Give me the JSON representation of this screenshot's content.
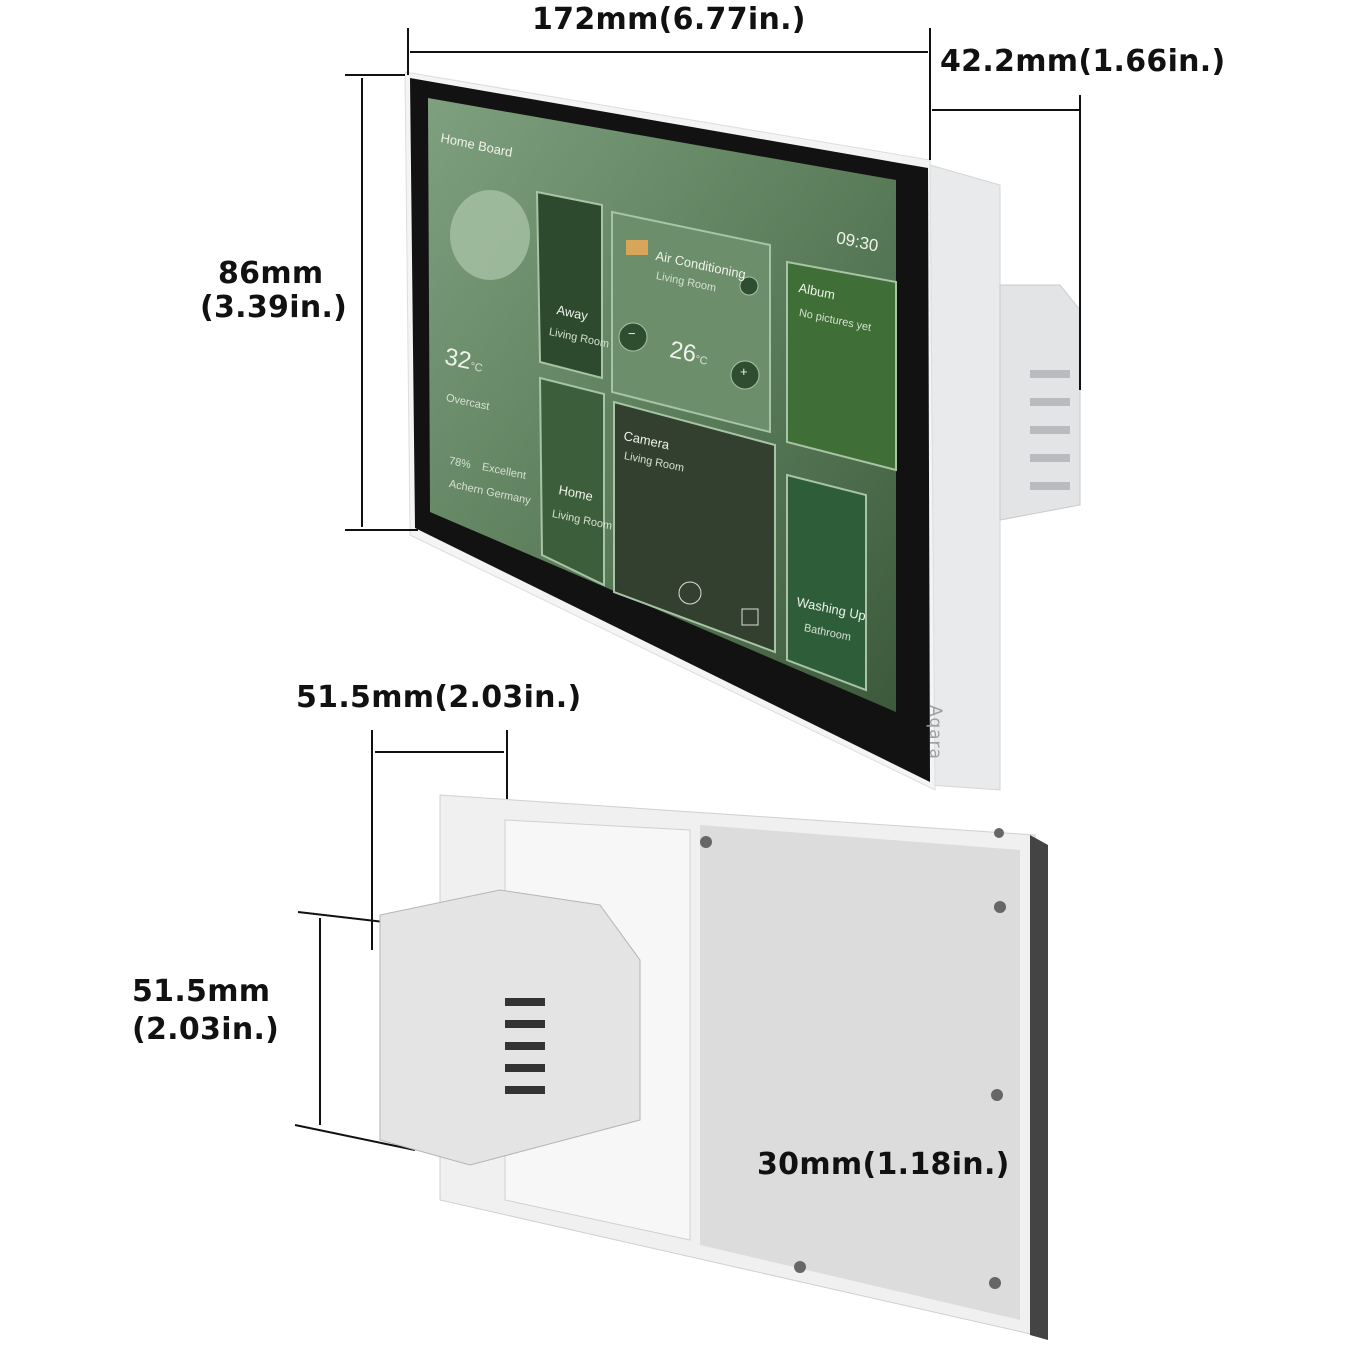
{
  "dimensions": {
    "width_front": "172mm(6.77in.)",
    "depth": "42.2mm(1.66in.)",
    "height_front_mm": "86mm",
    "height_front_in": "(3.39in.)",
    "module_width": "51.5mm(2.03in.)",
    "module_height_mm": "51.5mm",
    "module_height_in": "(2.03in.)",
    "module_depth": "30mm(1.18in.)"
  },
  "brand": "Aqara",
  "screen": {
    "header": "Home Board",
    "time": "09:30",
    "status_icons": [
      "leaf-icon",
      "moon-icon",
      "wifi-icon"
    ],
    "weather": {
      "temp": "32",
      "unit": "°C",
      "condition": "Overcast",
      "humidity": "78%",
      "air": "Excellent",
      "location": "Achern Germany"
    },
    "scene_away": {
      "title": "Away",
      "room": "Living Room"
    },
    "scene_home": {
      "title": "Home",
      "room": "Living Room"
    },
    "ac": {
      "title": "Air Conditioning",
      "room": "Living Room",
      "temp": "26",
      "unit": "°C",
      "minus": "−",
      "plus": "+"
    },
    "album": {
      "title": "Album",
      "subtitle": "No pictures yet"
    },
    "camera": {
      "title": "Camera",
      "room": "Living Room"
    },
    "washing": {
      "title": "Washing Up",
      "room": "Bathroom"
    }
  },
  "colors": {
    "screen_green": "#5d7f5c",
    "frame": "#f2f2f2",
    "bezel": "#111111"
  }
}
